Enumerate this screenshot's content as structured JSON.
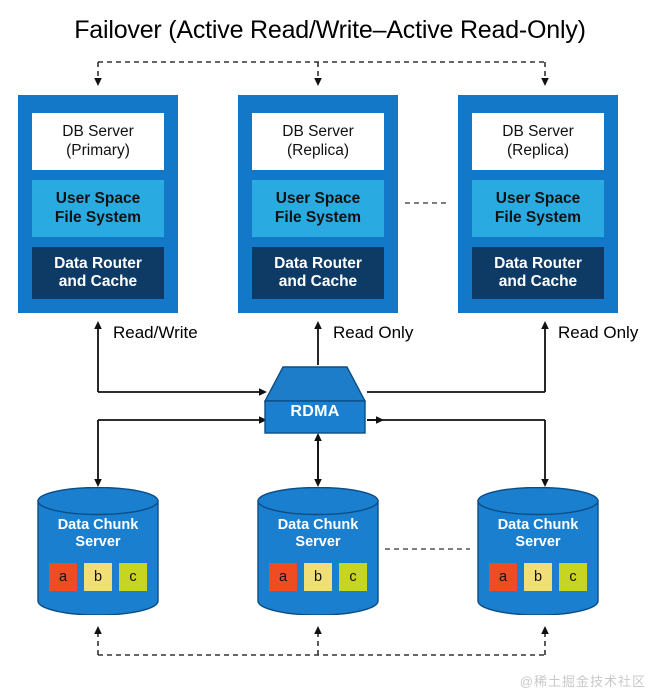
{
  "diagram": {
    "title": "Failover (Active Read/Write–Active Read-Only)",
    "watermark": "@稀土掘金技术社区"
  },
  "colors": {
    "primary_blue": "#1478C8",
    "light_blue": "#29ABE2",
    "dark_navy": "#0E3A66",
    "cylinder_blue": "#1B7FD0",
    "chunk_a": "#F04C24",
    "chunk_b": "#F2DE77",
    "chunk_c": "#C7D422",
    "line": "#1a1a1a",
    "white": "#FFFFFF"
  },
  "db_servers": [
    {
      "id": "primary",
      "header_line1": "DB Server",
      "header_line2": "(Primary)",
      "filesystem_line1": "User Space",
      "filesystem_line2": "File System",
      "router_line1": "Data Router",
      "router_line2": "and Cache"
    },
    {
      "id": "replica-1",
      "header_line1": "DB Server",
      "header_line2": "(Replica)",
      "filesystem_line1": "User Space",
      "filesystem_line2": "File System",
      "router_line1": "Data Router",
      "router_line2": "and Cache"
    },
    {
      "id": "replica-2",
      "header_line1": "DB Server",
      "header_line2": "(Replica)",
      "filesystem_line1": "User Space",
      "filesystem_line2": "File System",
      "router_line1": "Data Router",
      "router_line2": "and Cache"
    }
  ],
  "network": {
    "rdma_label": "RDMA"
  },
  "access_labels": [
    {
      "id": "link-primary",
      "text": "Read/Write"
    },
    {
      "id": "link-replica-1",
      "text": "Read Only"
    },
    {
      "id": "link-replica-2",
      "text": "Read Only"
    }
  ],
  "chunk_servers": [
    {
      "id": "chunk-server-1",
      "line1": "Data Chunk",
      "line2": "Server",
      "chunks": [
        {
          "label": "a",
          "color": "#F04C24"
        },
        {
          "label": "b",
          "color": "#F2DE77"
        },
        {
          "label": "c",
          "color": "#C7D422"
        }
      ]
    },
    {
      "id": "chunk-server-2",
      "line1": "Data Chunk",
      "line2": "Server",
      "chunks": [
        {
          "label": "a",
          "color": "#F04C24"
        },
        {
          "label": "b",
          "color": "#F2DE77"
        },
        {
          "label": "c",
          "color": "#C7D422"
        }
      ]
    },
    {
      "id": "chunk-server-3",
      "line1": "Data Chunk",
      "line2": "Server",
      "chunks": [
        {
          "label": "a",
          "color": "#F04C24"
        },
        {
          "label": "b",
          "color": "#F2DE77"
        },
        {
          "label": "c",
          "color": "#C7D422"
        }
      ]
    }
  ]
}
